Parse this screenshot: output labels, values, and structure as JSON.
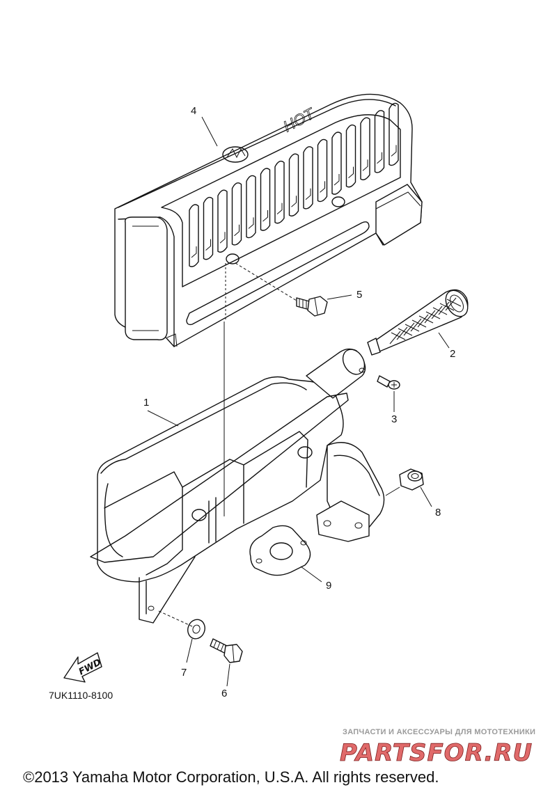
{
  "callouts": [
    {
      "id": "1",
      "label": "1"
    },
    {
      "id": "2",
      "label": "2"
    },
    {
      "id": "3",
      "label": "3"
    },
    {
      "id": "4",
      "label": "4"
    },
    {
      "id": "5",
      "label": "5"
    },
    {
      "id": "6",
      "label": "6"
    },
    {
      "id": "7",
      "label": "7"
    },
    {
      "id": "8",
      "label": "8"
    },
    {
      "id": "9",
      "label": "9"
    }
  ],
  "cover_marking": "HOT",
  "fwd_label": "FWD",
  "diagram_code": "7UK1110-8100",
  "watermark": {
    "tagline": "ЗАПЧАСТИ И АКСЕССУАРЫ ДЛЯ МОТОТЕХНИКИ",
    "brand": "PARTSFOR.RU",
    "color_main": "#e06a6a",
    "color_accent": "#7a1a1a"
  },
  "copyright": "©2013 Yamaha Motor Corporation, U.S.A. All rights reserved."
}
